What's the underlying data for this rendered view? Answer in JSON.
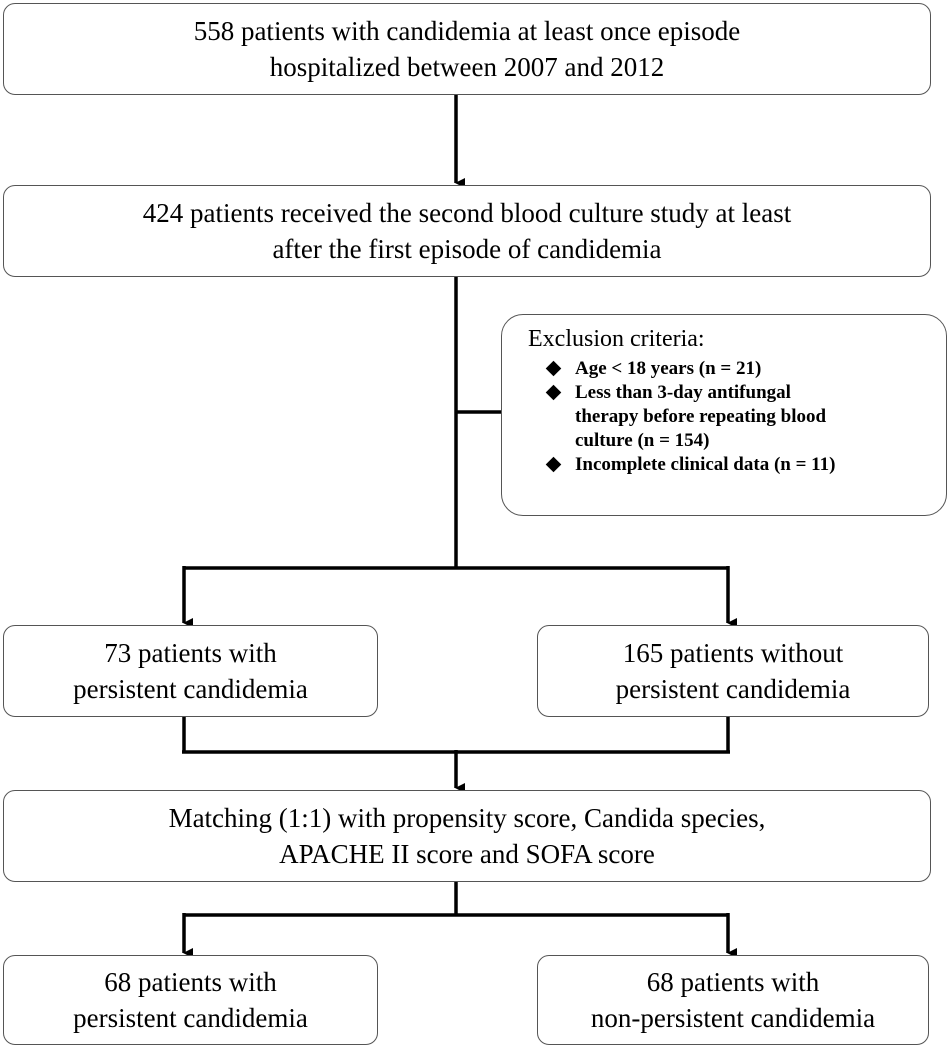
{
  "flowchart": {
    "top_box": {
      "line1": "558 patients with candidemia at least once episode",
      "line2": "hospitalized between 2007 and 2012"
    },
    "second_box": {
      "line1": "424 patients received the second blood culture study at least",
      "line2": "after the first episode of candidemia"
    },
    "exclusion": {
      "title": "Exclusion criteria:",
      "items": [
        "Age < 18 years (n = 21)",
        "Less than 3-day antifungal\ntherapy before repeating blood\nculture (n = 154)",
        "Incomplete clinical data (n = 11)"
      ]
    },
    "persistent_73": {
      "line1": "73 patients with",
      "line2": "persistent candidemia"
    },
    "non_persistent_165": {
      "line1": "165 patients without",
      "line2": "persistent candidemia"
    },
    "matching_box": {
      "line1": "Matching (1:1) with propensity score, Candida species,",
      "line2": "APACHE II score and SOFA score"
    },
    "persistent_68": {
      "line1": "68 patients with",
      "line2": "persistent candidemia"
    },
    "non_persistent_68": {
      "line1": "68 patients with",
      "line2": "non-persistent candidemia"
    }
  }
}
